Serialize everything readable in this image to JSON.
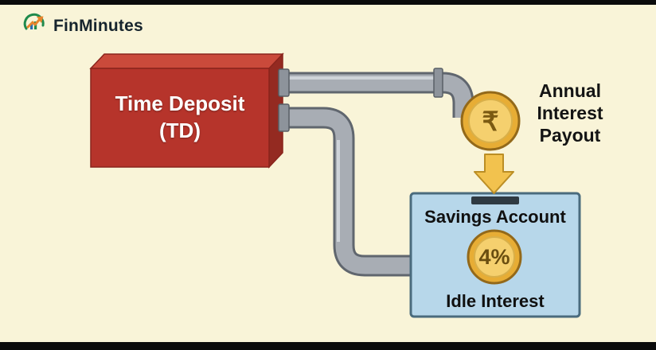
{
  "brand": {
    "name": "FinMinutes"
  },
  "time_deposit": {
    "line1": "Time Deposit",
    "line2": "(TD)"
  },
  "annual_payout": {
    "lines": [
      "Annual",
      "Interest",
      "Payout"
    ],
    "coin_symbol": "₹"
  },
  "savings": {
    "title": "Savings Account",
    "rate": "4%",
    "subtitle": "Idle Interest"
  },
  "colors": {
    "background": "#f9f4d8",
    "time_deposit_box": "#b6342b",
    "savings_box": "#b7d7ea",
    "coin_gold": "#e7ad35",
    "pipe_gray": "#a8adb4",
    "arrow_gold": "#f2c24e",
    "border_bars": "#0b0b0b"
  }
}
